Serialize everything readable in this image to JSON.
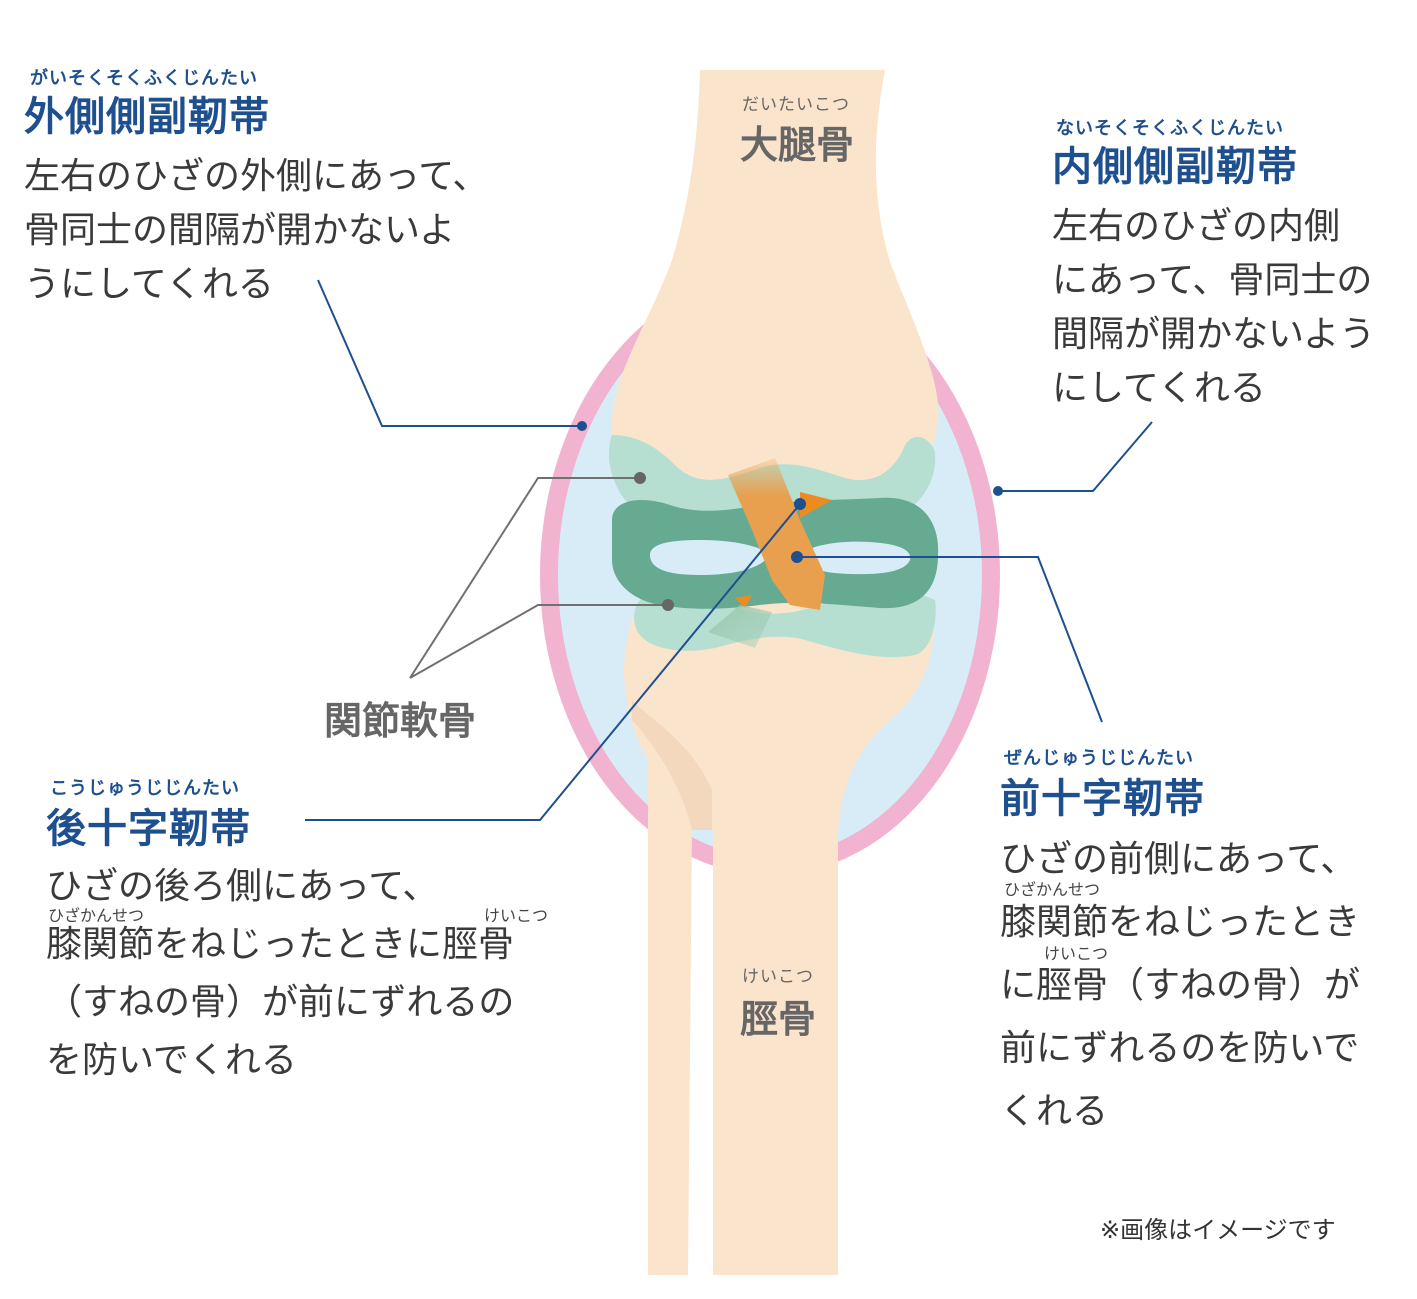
{
  "labels": {
    "lateral_collateral": {
      "ruby": "がいそくそくふくじんたい",
      "title": "外側側副靭帯",
      "lines": [
        "左右のひざの外側にあって、",
        "骨同士の間隔が開かないよ",
        "うにしてくれる"
      ]
    },
    "medial_collateral": {
      "ruby": "ないそくそくふくじんたい",
      "title": "内側側副靭帯",
      "lines": [
        "左右のひざの内側",
        "にあって、骨同士の",
        "間隔が開かないよう",
        "にしてくれる"
      ]
    },
    "posterior_cruciate": {
      "ruby": "こうじゅうじじんたい",
      "title": "後十字靭帯",
      "lines": [
        "ひざの後ろ側にあって、",
        "膝関節をねじったときに脛骨",
        "（すねの骨）が前にずれるの",
        "を防いでくれる"
      ],
      "ruby_hiza": "ひざかんせつ",
      "ruby_kei": "けいこつ"
    },
    "anterior_cruciate": {
      "ruby": "ぜんじゅうじじんたい",
      "title": "前十字靭帯",
      "lines": [
        "ひざの前側にあって、",
        "膝関節をねじったとき",
        "に脛骨（すねの骨）が",
        "前にずれるのを防いで",
        "くれる"
      ],
      "ruby_hiza": "ひざかんせつ",
      "ruby_kei": "けいこつ"
    },
    "femur": {
      "ruby": "だいたいこつ",
      "title": "大腿骨"
    },
    "tibia": {
      "ruby": "けいこつ",
      "title": "脛骨"
    },
    "cartilage": {
      "title": "関節軟骨"
    }
  },
  "note": "※画像はイメージです",
  "colors": {
    "heading_blue": "#1e4f8f",
    "bone": "#fbe4cc",
    "joint_capsule_pink": "#f1b3cf",
    "synovial_blue": "#d8ecf8",
    "cartilage_light": "#b6dfd2",
    "meniscus_green": "#66aa92",
    "ligament_orange": "#e8a04e",
    "ligament_dark_orange": "#ee8b20"
  }
}
